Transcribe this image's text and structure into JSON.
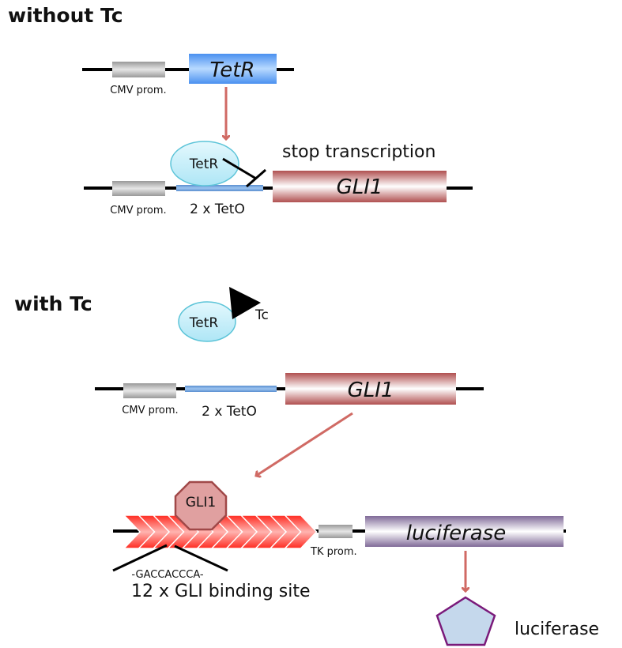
{
  "sections": {
    "without_tc": {
      "heading": "without Tc",
      "construct1": {
        "promoter_label": "CMV prom.",
        "gene_label": "TetR"
      },
      "construct2": {
        "promoter_label": "CMV prom.",
        "operator_label": "2 x TetO",
        "repressor_label": "TetR",
        "block_label": "stop transcription",
        "gene_label": "GLI1"
      }
    },
    "with_tc": {
      "heading": "with Tc",
      "complex": {
        "repressor_label": "TetR",
        "ligand_label": "Tc"
      },
      "construct": {
        "promoter_label": "CMV prom.",
        "operator_label": "2 x TetO",
        "gene_label": "GLI1"
      },
      "reporter": {
        "factor_label": "GLI1",
        "binding_sequence": "-GACCACCCA-",
        "binding_site_label": "12 x GLI binding site",
        "binding_site_count": 12,
        "promoter_label": "TK prom.",
        "gene_label": "luciferase",
        "product_label": "luciferase"
      }
    }
  },
  "colors": {
    "arrow": "#d06a64",
    "tetr_gene": "#5aa0f0",
    "gli1_gene": "#b85a5a",
    "luciferase_gene": "#8a7aa0",
    "promoter": "#a8a8a8",
    "teto": "#6a9fd8",
    "tetr_protein": "#c8f0fa",
    "binding_site": "#ff3a30",
    "gli1_protein": "#e0a0a0",
    "luciferase_protein": "#c5d8ec",
    "luciferase_outline": "#7a1a7a"
  }
}
